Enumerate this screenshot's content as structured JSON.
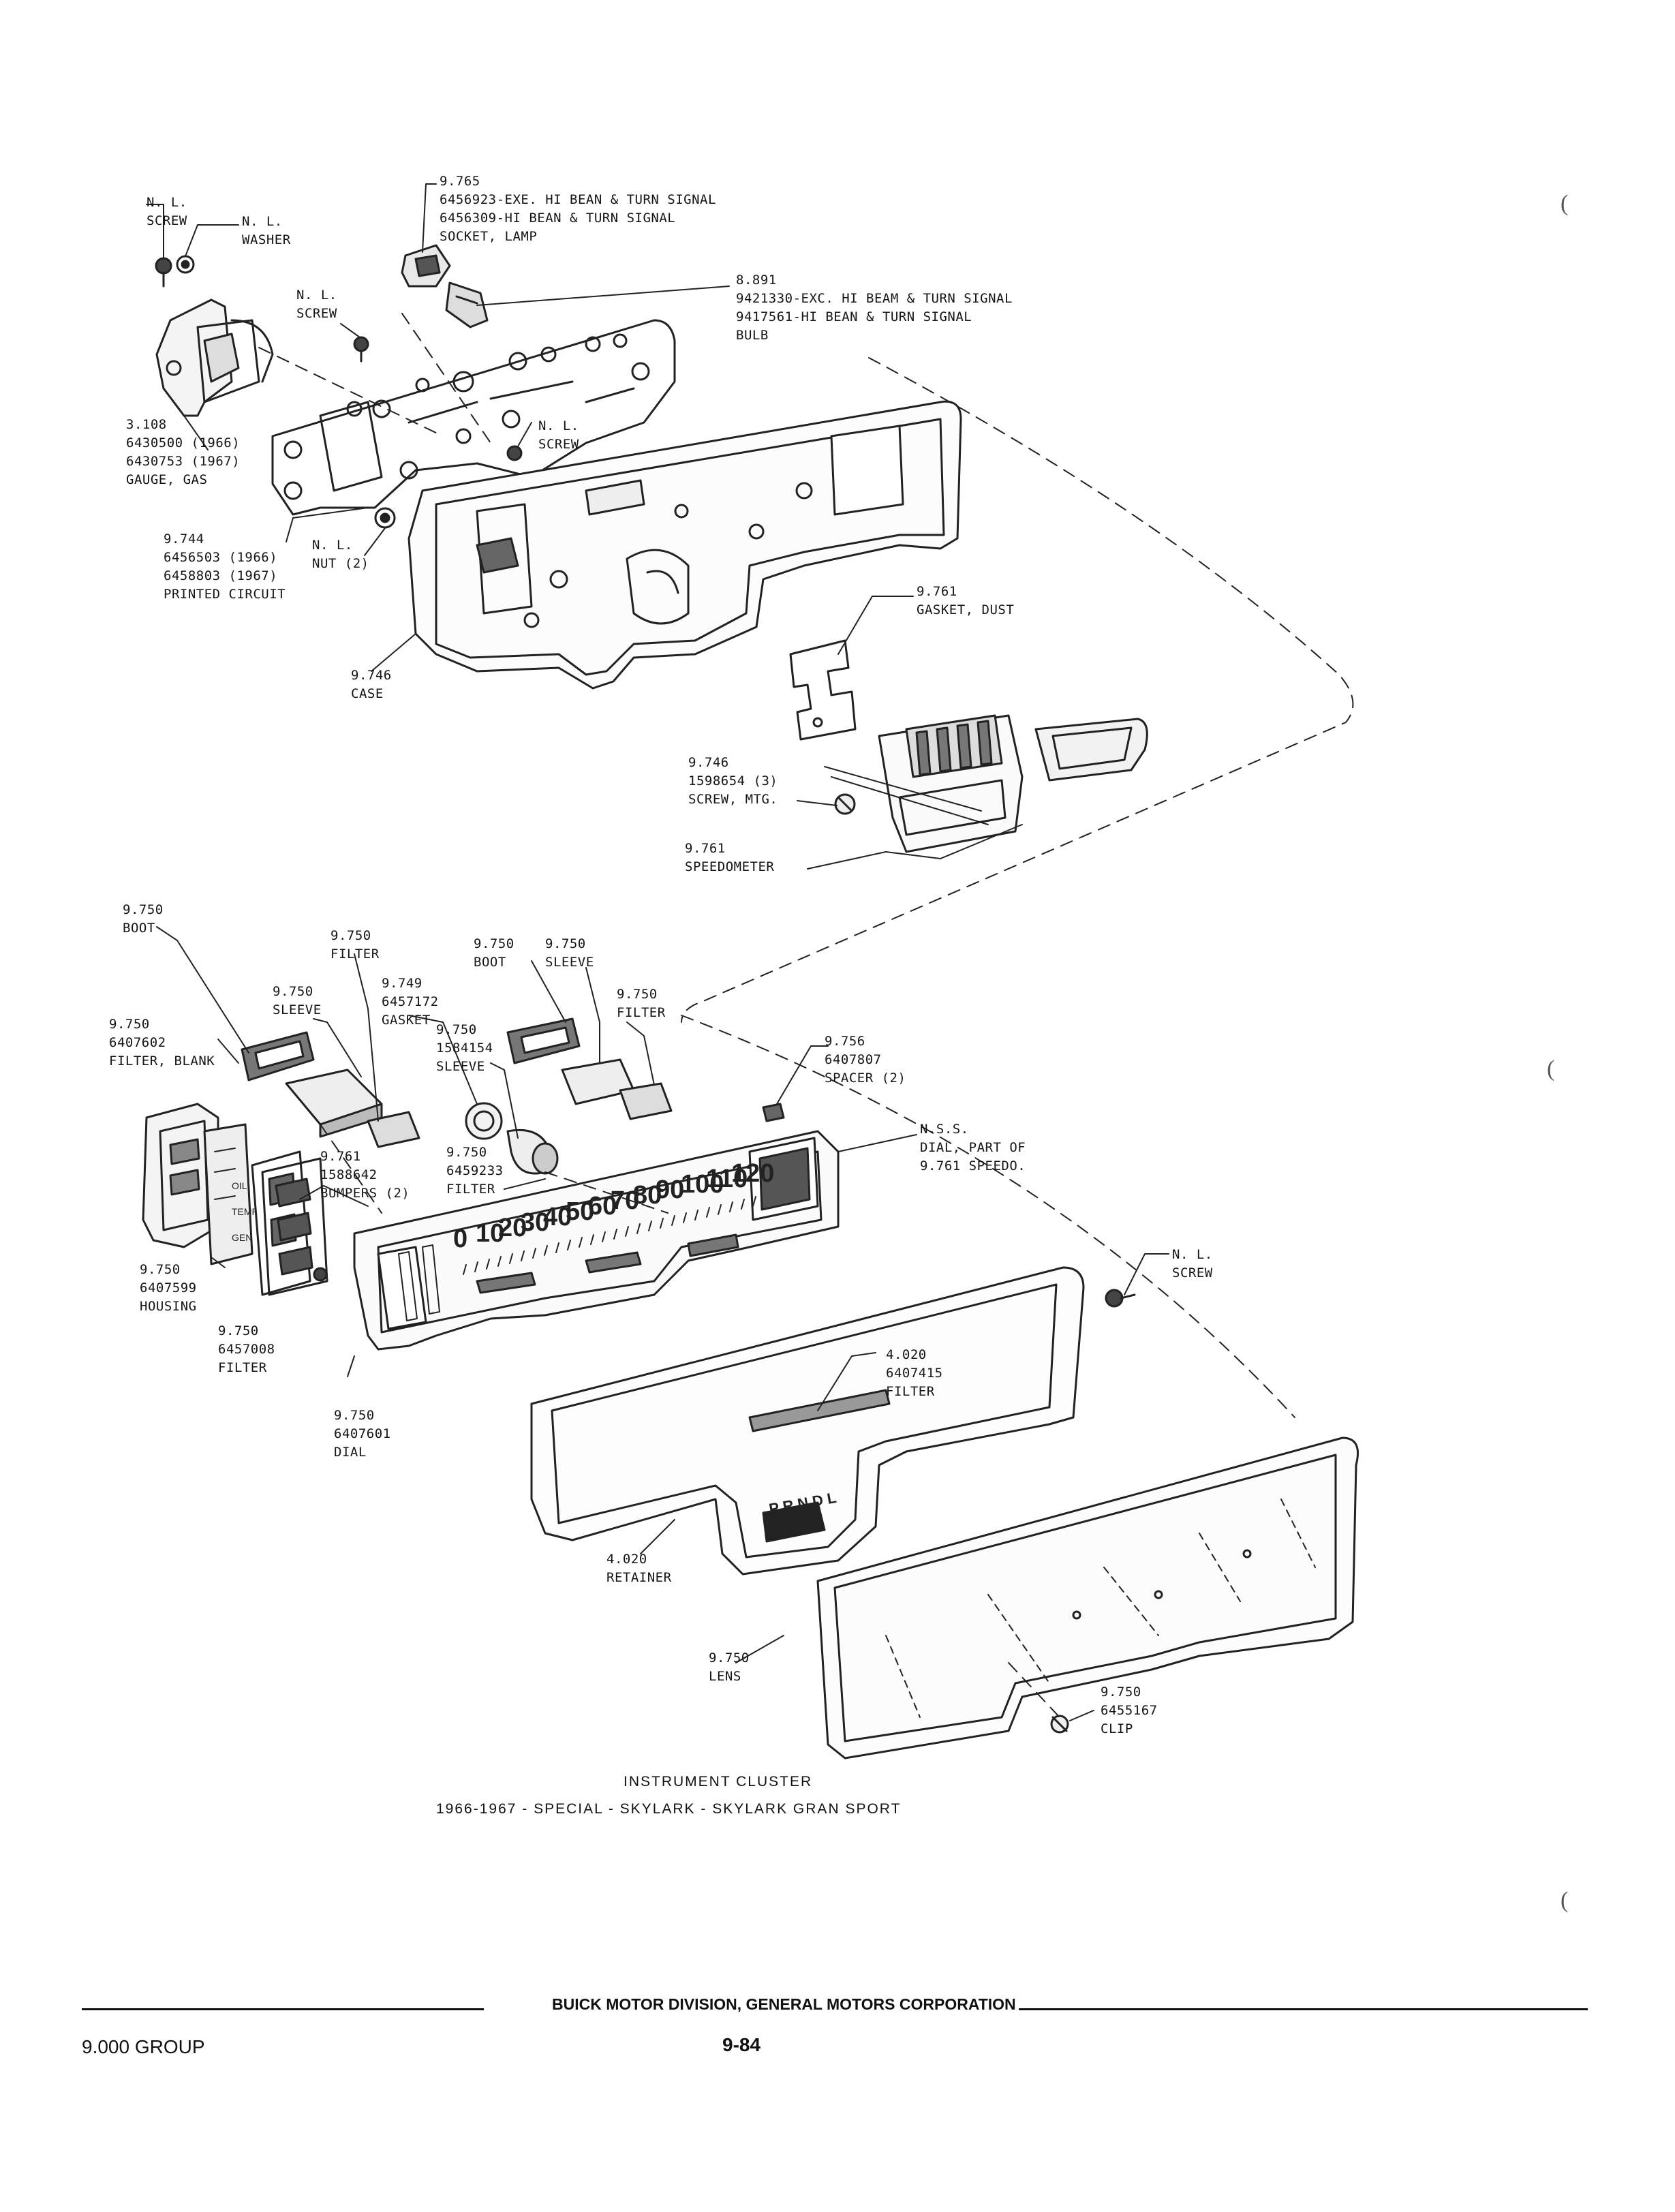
{
  "diagram": {
    "labels": [
      {
        "id": "nl_screw_top",
        "text": "N. L.\nSCREW"
      },
      {
        "id": "nl_washer",
        "text": "N. L.\nWASHER"
      },
      {
        "id": "lamp_socket",
        "text": "9.765\n6456923-EXE. HI BEAN & TURN SIGNAL\n6456309-HI BEAN & TURN SIGNAL\nSOCKET, LAMP"
      },
      {
        "id": "bulb",
        "text": "8.891\n9421330-EXC. HI BEAM & TURN SIGNAL\n9417561-HI BEAN & TURN SIGNAL\nBULB"
      },
      {
        "id": "nl_screw_mid",
        "text": "N. L.\nSCREW"
      },
      {
        "id": "gauge_gas",
        "text": "3.108\n6430500 (1966)\n6430753 (1967)\nGAUGE, GAS"
      },
      {
        "id": "nl_screw_case",
        "text": "N. L.\nSCREW"
      },
      {
        "id": "printed_circuit",
        "text": "9.744\n6456503 (1966)\n6458803 (1967)\nPRINTED CIRCUIT"
      },
      {
        "id": "nl_nut",
        "text": "N. L.\nNUT (2)"
      },
      {
        "id": "gasket_dust",
        "text": "9.761\nGASKET, DUST"
      },
      {
        "id": "case",
        "text": "9.746\nCASE"
      },
      {
        "id": "screw_mtg",
        "text": "9.746\n1598654 (3)\nSCREW, MTG."
      },
      {
        "id": "speedometer",
        "text": "9.761\nSPEEDOMETER"
      },
      {
        "id": "boot_left",
        "text": "9.750\nBOOT"
      },
      {
        "id": "filter_a",
        "text": "9.750\nFILTER"
      },
      {
        "id": "boot_mid",
        "text": "9.750\nBOOT"
      },
      {
        "id": "sleeve_mid",
        "text": "9.750\nSLEEVE"
      },
      {
        "id": "sleeve_left",
        "text": "9.750\nSLEEVE"
      },
      {
        "id": "gasket_6457172",
        "text": "9.749\n6457172\nGASKET"
      },
      {
        "id": "filter_b",
        "text": "9.750\nFILTER"
      },
      {
        "id": "filter_blank",
        "text": "9.750\n6407602\nFILTER, BLANK"
      },
      {
        "id": "sleeve_1584154",
        "text": "9.750\n1584154\nSLEEVE"
      },
      {
        "id": "spacer",
        "text": "9.756\n6407807\nSPACER (2)"
      },
      {
        "id": "filter_6459233",
        "text": "9.750\n6459233\nFILTER"
      },
      {
        "id": "bumpers",
        "text": "9.761\n1588642\nBUMPERS (2)"
      },
      {
        "id": "dial_nss",
        "text": "N.S.S.\nDIAL, PART OF\n9.761 SPEEDO."
      },
      {
        "id": "housing",
        "text": "9.750\n6407599\nHOUSING"
      },
      {
        "id": "filter_6457008",
        "text": "9.750\n6457008\nFILTER"
      },
      {
        "id": "nl_screw_lower",
        "text": "N. L.\nSCREW"
      },
      {
        "id": "filter_6407415",
        "text": "4.020\n6407415\nFILTER"
      },
      {
        "id": "dial_6407601",
        "text": "9.750\n6407601\nDIAL"
      },
      {
        "id": "retainer",
        "text": "4.020\nRETAINER"
      },
      {
        "id": "lens",
        "text": "9.750\nLENS"
      },
      {
        "id": "clip",
        "text": "9.750\n6455167\nCLIP"
      }
    ],
    "dial_numbers": [
      "0",
      "10",
      "20",
      "30",
      "40",
      "50",
      "60",
      "70",
      "80",
      "90",
      "100",
      "110",
      "120"
    ],
    "gear_letters": "P R N D L",
    "gauge_words": [
      "OIL",
      "TEMP",
      "GEN"
    ]
  },
  "caption": {
    "line1": "INSTRUMENT CLUSTER",
    "line2": "1966-1967 - SPECIAL - SKYLARK - SKYLARK GRAN SPORT"
  },
  "footer": {
    "company": "BUICK MOTOR DIVISION, GENERAL MOTORS CORPORATION",
    "group": "9.000 GROUP",
    "page": "9-84"
  }
}
